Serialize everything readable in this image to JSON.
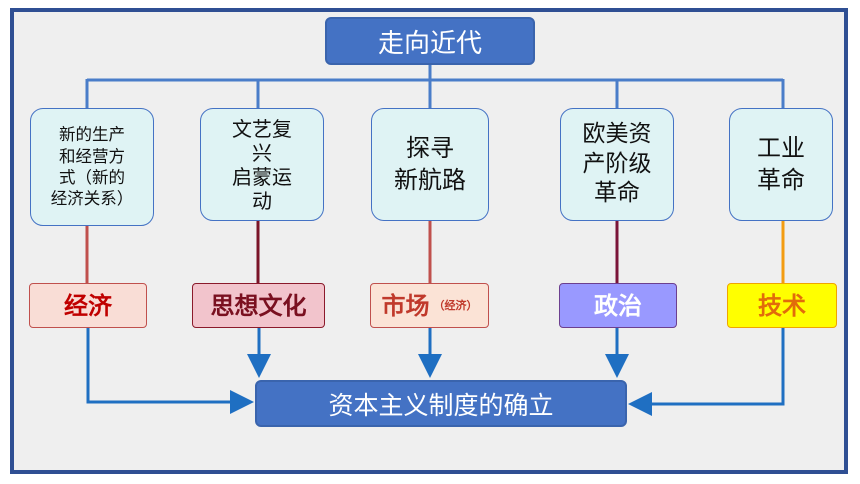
{
  "title": "走向近代",
  "topics": [
    {
      "text": "新的生产\n和经营方\n式（新的\n经济关系）"
    },
    {
      "text": "文艺复\n兴\n启蒙运\n动"
    },
    {
      "text": "探寻\n新航路"
    },
    {
      "text": "欧美资\n产阶级\n革命"
    },
    {
      "text": "工业\n革命"
    }
  ],
  "categories": [
    {
      "label": "经济",
      "note": ""
    },
    {
      "label": "思想文化",
      "note": ""
    },
    {
      "label": "市场",
      "note": "（经济）"
    },
    {
      "label": "政治",
      "note": ""
    },
    {
      "label": "技术",
      "note": ""
    }
  ],
  "result": "资本主义制度的确立",
  "colors": {
    "frame_border": "#2f4f93",
    "title_fill": "#4472c4",
    "topic_fill": "#dff3f4",
    "arrow": "#1f6fc2",
    "cat_economy": "#f9ddd6",
    "cat_culture": "#f2c4cc",
    "cat_market": "#fbe3d6",
    "cat_politics": "#9999ff",
    "cat_tech": "#ffff00"
  }
}
